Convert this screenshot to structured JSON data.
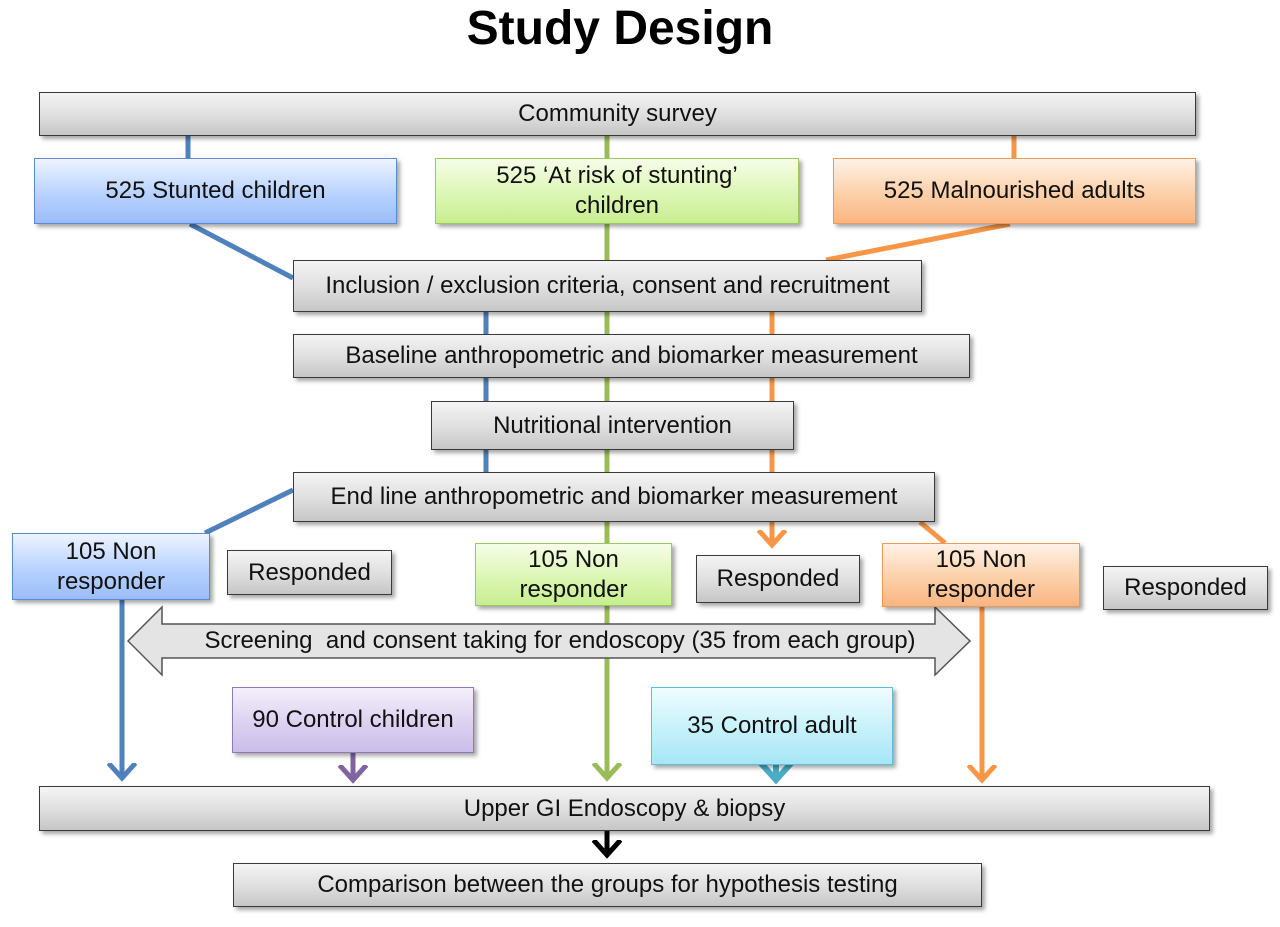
{
  "title": "Study Design",
  "colors": {
    "blue_line": "#4f81bd",
    "green_line": "#9bbb59",
    "orange_line": "#f79646",
    "purple_line": "#8064a2",
    "cyan_line": "#4bacc6",
    "black_line": "#000000"
  },
  "nodes": {
    "community_survey": "Community survey",
    "stunted_children": "525 Stunted children",
    "at_risk_children": "525 ‘At risk of stunting’ children",
    "malnourished_adults": "525 Malnourished adults",
    "inclusion_criteria": "Inclusion / exclusion criteria, consent and recruitment",
    "baseline_measurement": "Baseline anthropometric and biomarker measurement",
    "nutritional_intervention": "Nutritional intervention",
    "endline_measurement": "End line anthropometric and biomarker measurement",
    "non_responder_children": "105 Non responder",
    "responded_children": "Responded",
    "non_responder_at_risk": "105 Non responder",
    "responded_at_risk": "Responded",
    "non_responder_adults": "105 Non responder",
    "responded_adults": "Responded",
    "screening": "Screening  and consent taking for endoscopy (35 from each group)",
    "control_children": "90 Control children",
    "control_adult": "35 Control adult",
    "endoscopy": "Upper GI Endoscopy & biopsy",
    "comparison": "Comparison between the groups for hypothesis testing"
  }
}
